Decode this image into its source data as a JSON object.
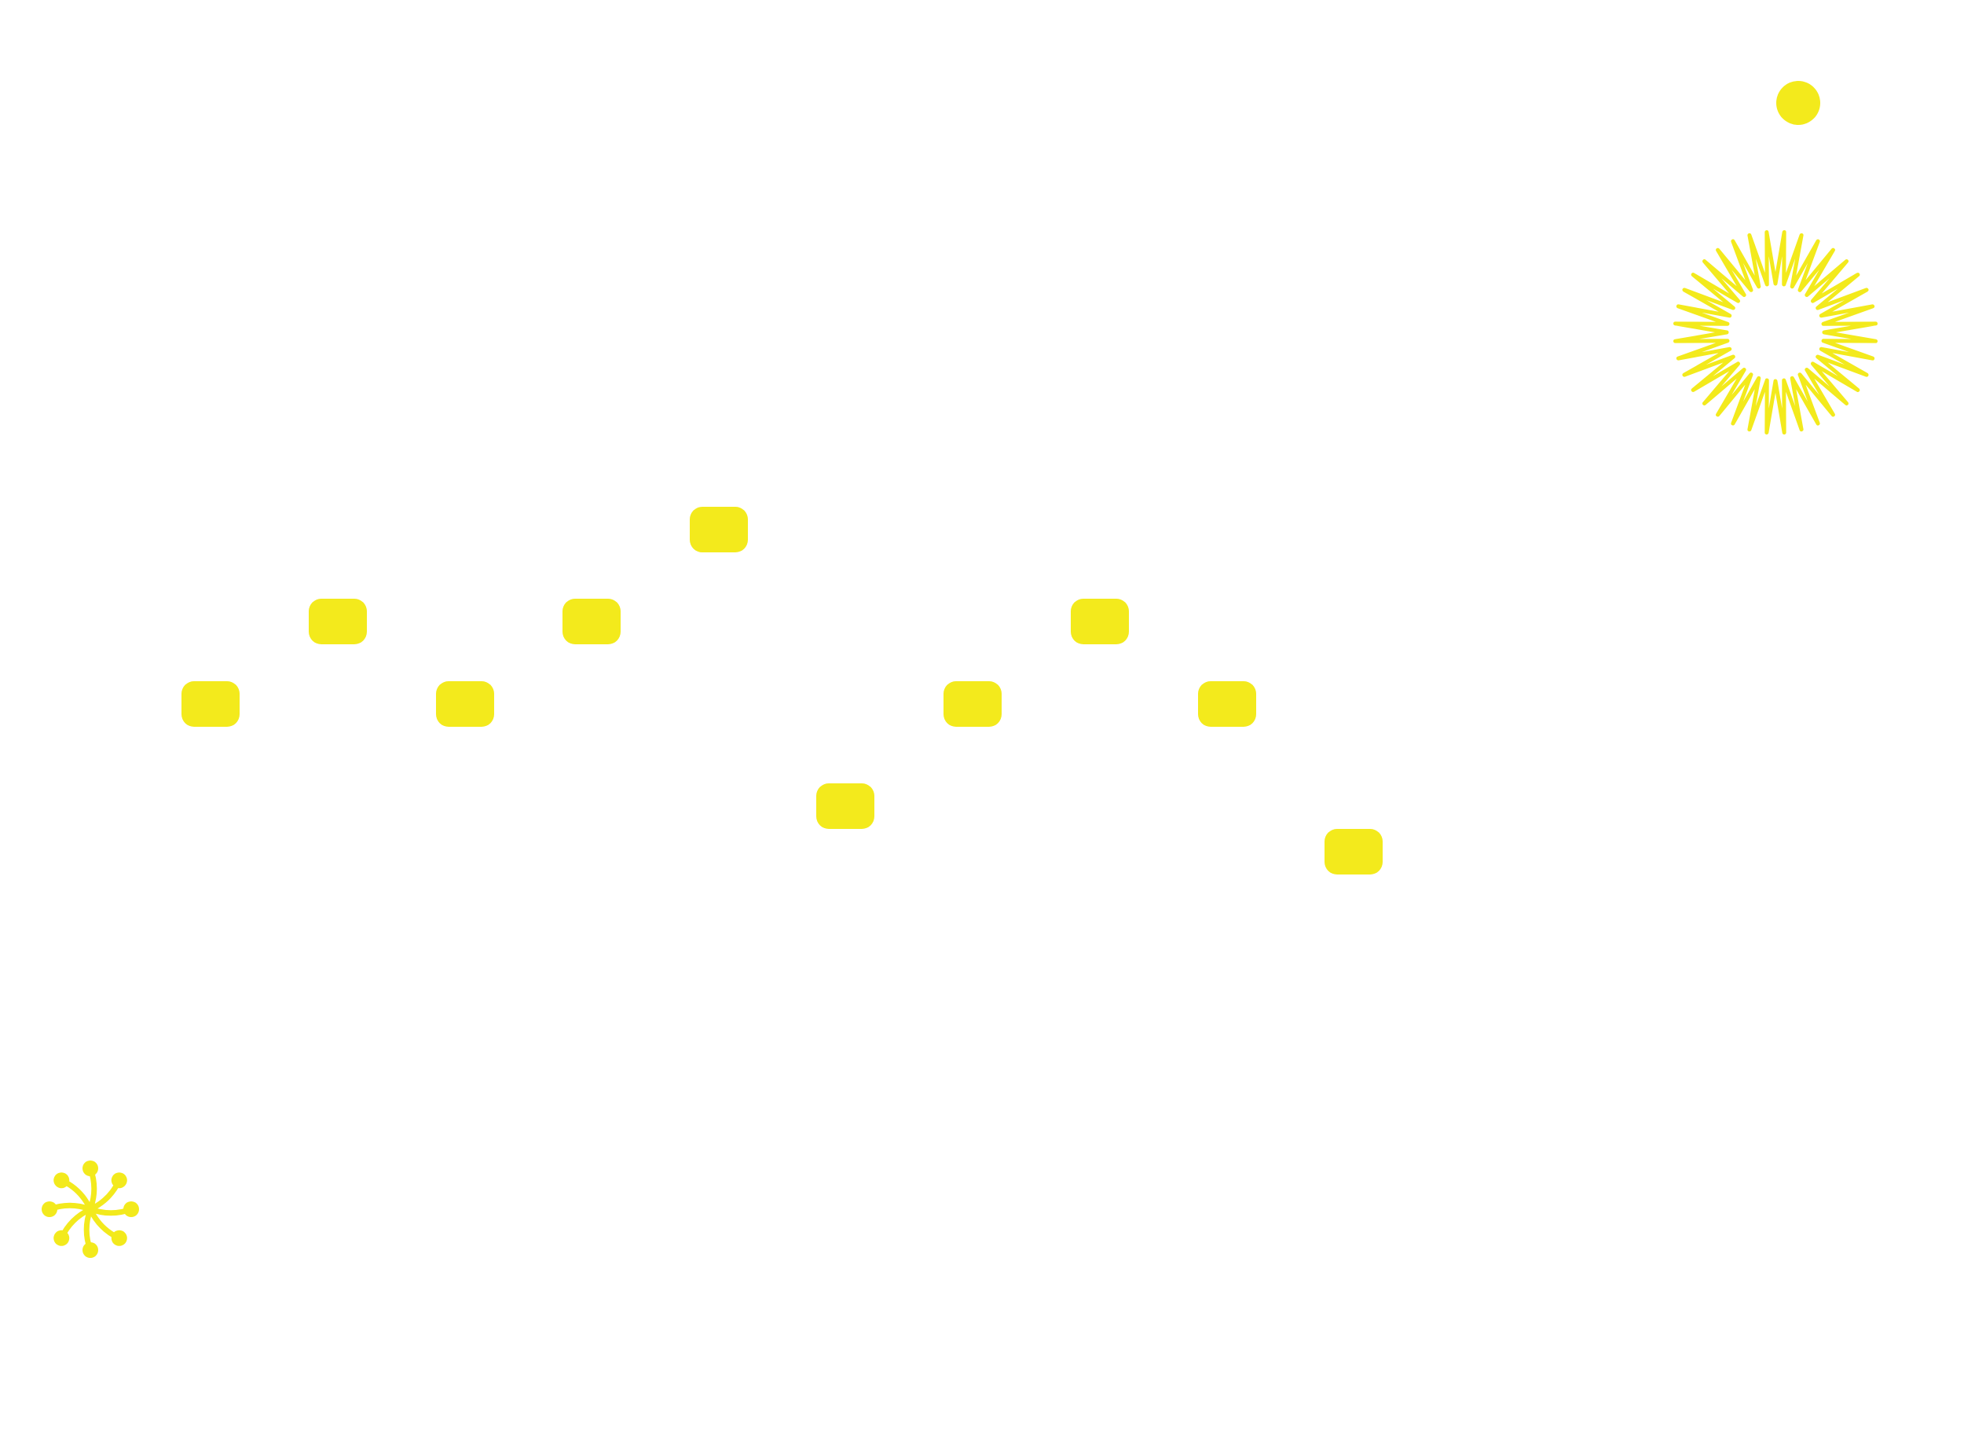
{
  "palette": {
    "background": "#ffffff",
    "accent": "#f3ea1c"
  },
  "shapes": {
    "pill_count": 10,
    "dot_icon": "circle-dot",
    "burst_icon": "sunburst-ring",
    "flower_icon": "asterisk-flower"
  }
}
